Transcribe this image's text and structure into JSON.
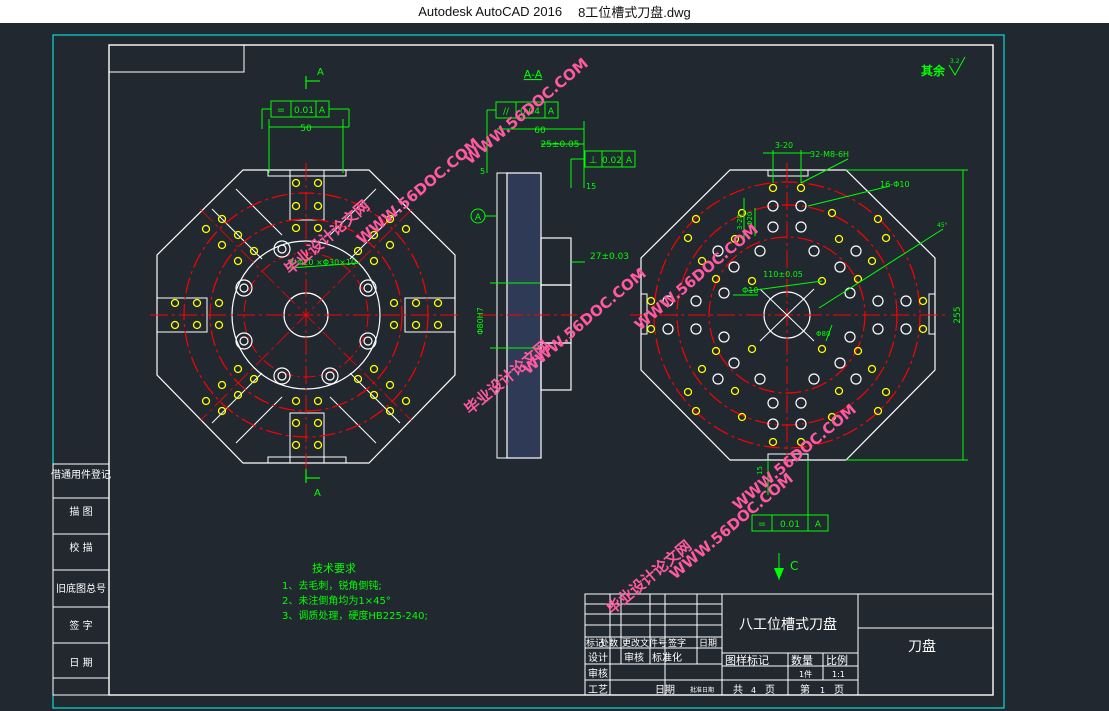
{
  "window": {
    "app_title": "Autodesk AutoCAD 2016",
    "file_name": "8工位槽式刀盘.dwg"
  },
  "colors": {
    "background": "#212830",
    "frame": "#ffffff",
    "outline": "#ffffff",
    "dimension": "#00ff00",
    "centerline": "#ff0000",
    "hole": "#ffff00",
    "cyan_text": "#00ffff",
    "watermark": "#ff5aa0"
  },
  "views": {
    "front": {
      "section_mark_top": "A",
      "section_mark_bottom": "A",
      "tolerance_symbol": "=",
      "tolerance_value": "0.01",
      "tolerance_datum": "A",
      "width_dim": "50",
      "bolt_circle_note": "8-Φ20 ×Φ30×10"
    },
    "section": {
      "title": "A-A",
      "parallel_symbol": "//",
      "parallel_value": "0.04",
      "parallel_datum": "A",
      "width_dim": "60",
      "hub_dim": "25±0.05",
      "perp_symbol": "⊥",
      "perp_value": "0.02",
      "perp_datum": "A",
      "small_dim_a": "5",
      "small_dim_b": "15",
      "offset_dim": "27±0.03",
      "bore_dim": "Φ80H7",
      "datum_letter": "A"
    },
    "rear": {
      "dim_top": "3-20",
      "thread_note": "32-M8-6H",
      "hole_note": "16-Φ10",
      "dim_vert_a": "3-20",
      "dim_vert_b": "Φ20",
      "center_dim": "110±0.05",
      "hole_dim": "Φ10",
      "diag_dim": "Φ80",
      "angle_note": "45°",
      "overall_dim": "255",
      "slot_dim": "15",
      "tolerance_symbol": "=",
      "tolerance_value": "0.01",
      "tolerance_datum": "A",
      "view_label": "C"
    }
  },
  "surface_finish": {
    "label": "其余",
    "value": "3.2"
  },
  "left_strip": {
    "rows": [
      "借通用件登记",
      "描 图",
      "校 描",
      "旧底图总号",
      "签 字",
      "日 期"
    ]
  },
  "tech_requirements": {
    "title": "技术要求",
    "items": [
      "1、去毛刺，锐角倒钝;",
      "2、未注倒角均为1×45°",
      "3、调质处理，硬度HB225-240;"
    ]
  },
  "title_block": {
    "drawing_name": "八工位槽式刀盘",
    "part_name": "刀盘",
    "rev_headers": [
      "标记",
      "处数",
      "更改文件号",
      "签字",
      "日期"
    ],
    "row_design": [
      "设计",
      "审核",
      "标准化"
    ],
    "review": "审核",
    "process": "工艺",
    "date": "日期",
    "date_approve": "批准日期",
    "info_headers": [
      "图样标记",
      "数量",
      "比例"
    ],
    "quantity": "1件",
    "scale": "1:1",
    "total_label": "共",
    "total_pages": "4",
    "page_unit": "页",
    "page_label": "第",
    "page_no": "1",
    "page_unit2": "页"
  },
  "watermarks": [
    "毕业设计论文网",
    "WWW.56DOC.COM"
  ]
}
